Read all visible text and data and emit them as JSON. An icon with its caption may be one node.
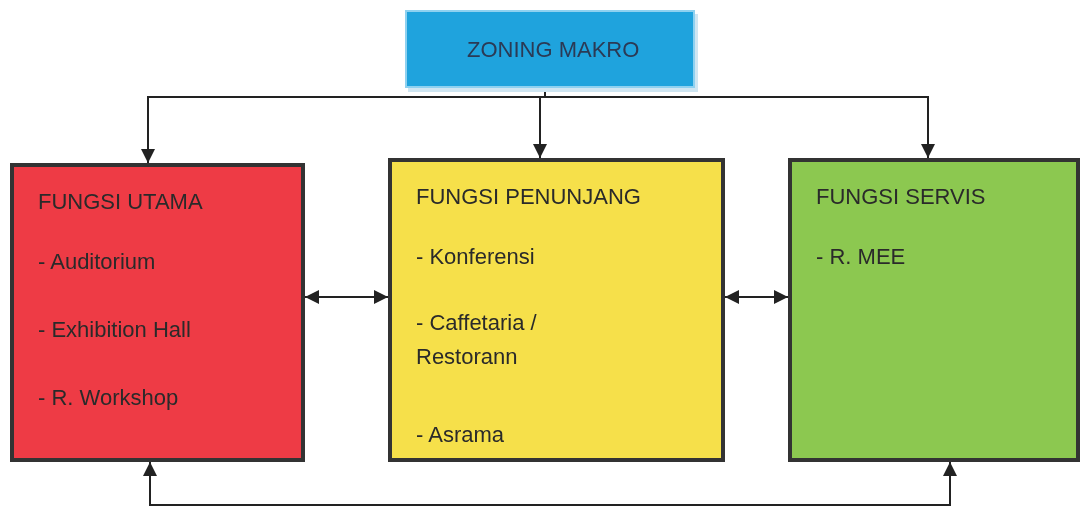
{
  "diagram": {
    "nodes": [
      {
        "text": [
          "ZONING MAKRO"
        ]
      },
      {
        "text": [
          "FUNGSI UTAMA",
          "- Auditorium",
          "- Exhibition Hall",
          "- R. Workshop"
        ]
      },
      {
        "text": [
          "FUNGSI PENUNJANG",
          "- Konferensi",
          "- Caffetaria / Restorann",
          "- Asrama"
        ]
      },
      {
        "text": [
          "FUNGSI SERVIS",
          "- R. MEE"
        ]
      }
    ],
    "edges": [
      {
        "from": 0,
        "to": 1,
        "arrow": "to"
      },
      {
        "from": 0,
        "to": 2,
        "arrow": "to"
      },
      {
        "from": 0,
        "to": 3,
        "arrow": "to"
      },
      {
        "from": 1,
        "to": 2,
        "arrow": "both"
      },
      {
        "from": 2,
        "to": 3,
        "arrow": "both"
      },
      {
        "from": 1,
        "to": 3,
        "arrow": "both"
      }
    ]
  }
}
